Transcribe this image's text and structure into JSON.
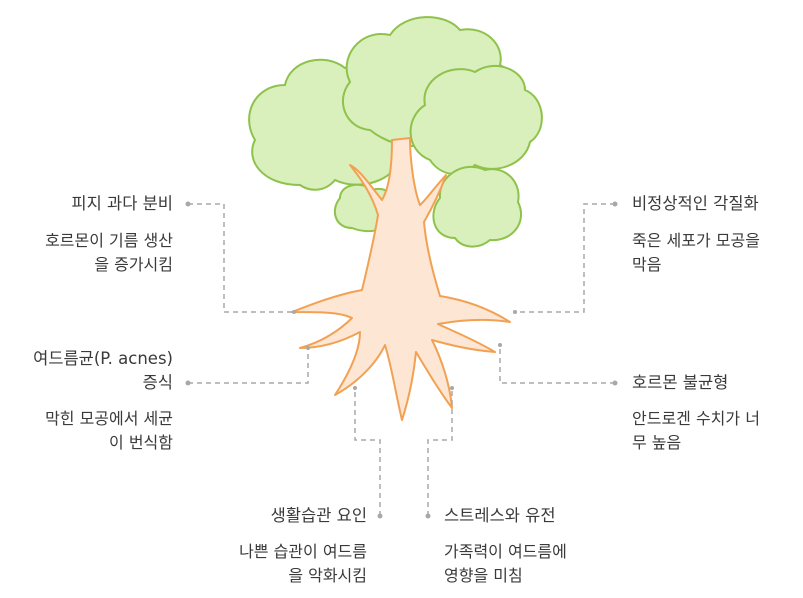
{
  "colors": {
    "foliage_fill": "#d9efbc",
    "foliage_stroke": "#8ec24a",
    "trunk_fill": "#fde6d4",
    "trunk_stroke": "#f2a153",
    "connector": "#a8a8a8",
    "text": "#3a3a3a"
  },
  "labels": {
    "left_top": {
      "title": "피지 과다 분비",
      "desc_line1": "호르몬이 기름 생산",
      "desc_line2": "을 증가시킴"
    },
    "left_mid": {
      "title_line1": "여드름균(P. acnes)",
      "title_line2": "증식",
      "desc_line1": "막힌 모공에서 세균",
      "desc_line2": "이 번식함"
    },
    "bottom_left": {
      "title": "생활습관 요인",
      "desc_line1": "나쁜 습관이 여드름",
      "desc_line2": "을 악화시킴"
    },
    "right_top": {
      "title": "비정상적인 각질화",
      "desc_line1": "죽은 세포가 모공을",
      "desc_line2": "막음"
    },
    "right_mid": {
      "title": "호르몬 불균형",
      "desc_line1": "안드로겐 수치가 너",
      "desc_line2": "무 높음"
    },
    "bottom_right": {
      "title": "스트레스와 유전",
      "desc_line1": "가족력이 여드름에",
      "desc_line2": "영향을 미침"
    }
  }
}
